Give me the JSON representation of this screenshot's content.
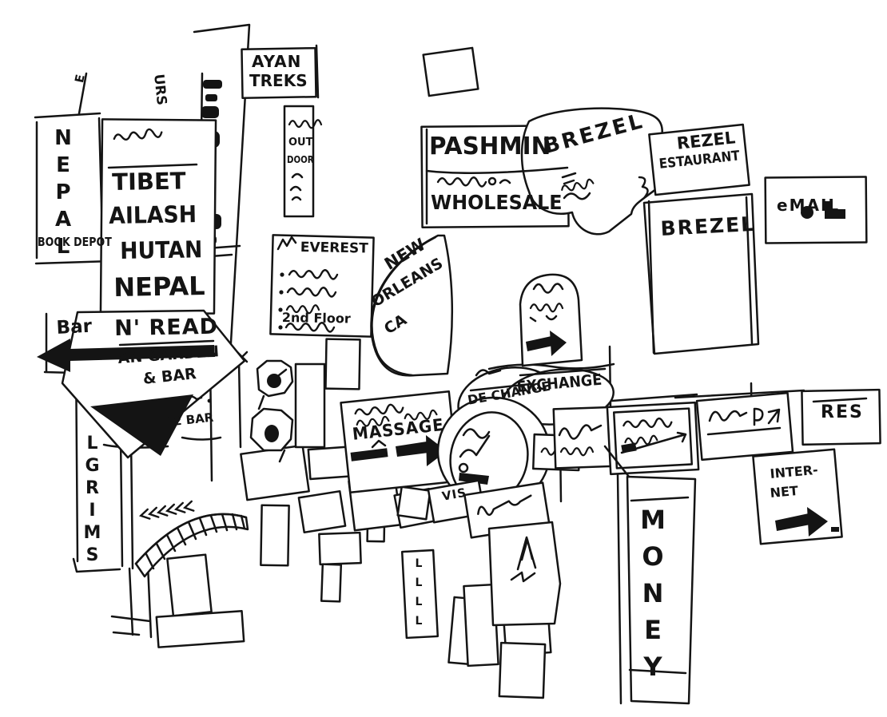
{
  "palette": {
    "ink": "#141414",
    "paper": "#ffffff"
  },
  "signs": {
    "pole_letter": "E",
    "nepal_book_depot": {
      "vertical": "NEPAL",
      "footer": "BOOK DEPOT"
    },
    "tours_vertical": "URS",
    "tibet_kailash": {
      "lines": [
        "TIBET",
        "AILASH",
        "HUTAN",
        "NEPAL"
      ]
    },
    "ayan_treks": {
      "lines": [
        "AYAN",
        "TREKS"
      ]
    },
    "outdoor": {
      "lines": [
        "OUT",
        "DOOR"
      ]
    },
    "everest": {
      "title": "EVEREST",
      "footer": "2nd Floor"
    },
    "new_orleans": {
      "lines": [
        "NEW",
        "ORLEANS",
        "CA"
      ]
    },
    "pashmina": {
      "title": "PASHMIN",
      "subtitle": "WHOLESALE"
    },
    "brezel_banner": {
      "title": "BREZEL"
    },
    "brezel_restaurant": {
      "lines": [
        "REZEL",
        "ESTAURANT"
      ]
    },
    "brezel_shop": {
      "title": "BREZEL"
    },
    "email": {
      "title": "eMAIL"
    },
    "bar_sign": {
      "title": "Bar"
    },
    "read_diamond": {
      "title": "N' READ",
      "line2": "AN GARDEN",
      "line3": "& BAR",
      "note": "12 BAR"
    },
    "pilgrims_vertical": "LGRIMS",
    "massage": {
      "title": "MASSAGE"
    },
    "de_change": {
      "title": "DE CHANGE"
    },
    "exchange": {
      "title": "EXCHANGE"
    },
    "vis": {
      "title": "VIS"
    },
    "money_vertical": "MONEY",
    "res": {
      "title": "RES"
    },
    "internet": {
      "lines": [
        "INTER-",
        "NET"
      ]
    },
    "llll_vertical": "LLLL"
  }
}
